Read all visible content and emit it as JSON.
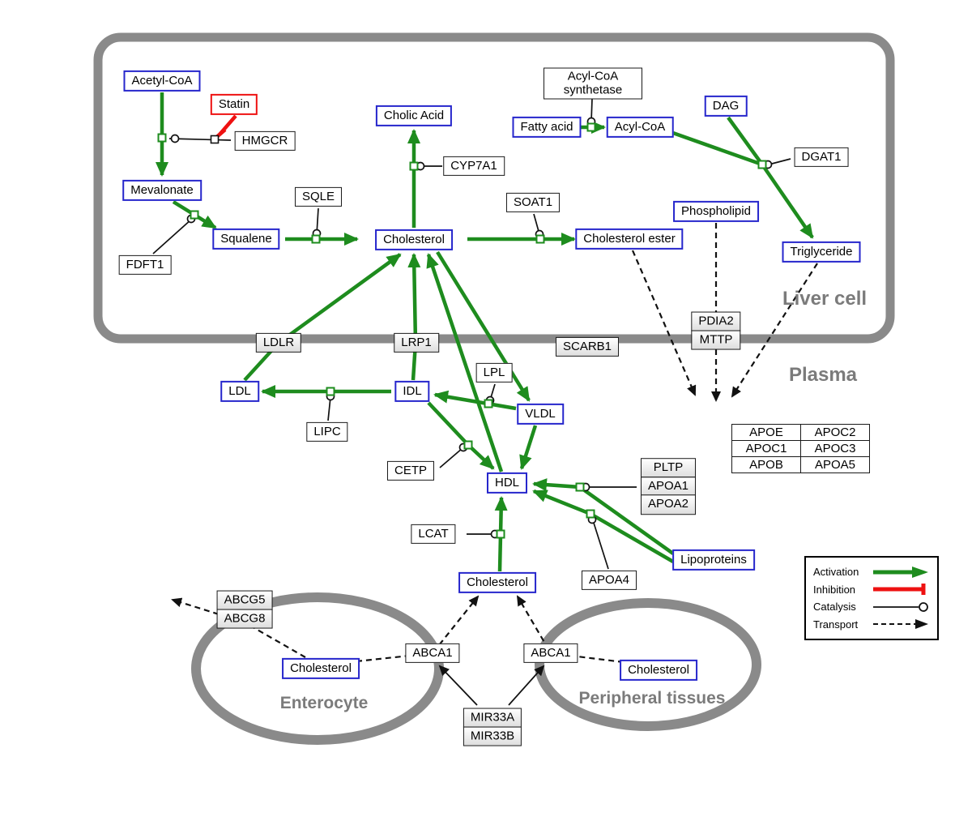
{
  "compartments": {
    "liver": "Liver cell",
    "plasma": "Plasma",
    "enterocyte": "Enterocyte",
    "peripheral": "Peripheral tissues"
  },
  "nodes": {
    "acetyl_coa": "Acetyl-CoA",
    "statin": "Statin",
    "hmgcr": "HMGCR",
    "mevalonate": "Mevalonate",
    "fdft1": "FDFT1",
    "squalene": "Squalene",
    "sqle": "SQLE",
    "cholesterol_liver": "Cholesterol",
    "cholic_acid": "Cholic Acid",
    "cyp7a1": "CYP7A1",
    "soat1": "SOAT1",
    "cholesterol_ester": "Cholesterol ester",
    "acyl_coa_synthetase": "Acyl-CoA synthetase",
    "fatty_acid": "Fatty acid",
    "acyl_coa": "Acyl-CoA",
    "dag": "DAG",
    "dgat1": "DGAT1",
    "phospholipid": "Phospholipid",
    "triglyceride": "Triglyceride",
    "ldlr": "LDLR",
    "lrp1": "LRP1",
    "scarb1": "SCARB1",
    "pdia2": "PDIA2",
    "mttp": "MTTP",
    "ldl": "LDL",
    "idl": "IDL",
    "lipc": "LIPC",
    "lpl": "LPL",
    "vldl": "VLDL",
    "cetp": "CETP",
    "hdl": "HDL",
    "pltp": "PLTP",
    "apoa1": "APOA1",
    "apoa2": "APOA2",
    "lcat": "LCAT",
    "apoa4": "APOA4",
    "lipoproteins": "Lipoproteins",
    "cholesterol_plasma": "Cholesterol",
    "abcg5": "ABCG5",
    "abcg8": "ABCG8",
    "cholesterol_enterocyte": "Cholesterol",
    "abca1_left": "ABCA1",
    "abca1_right": "ABCA1",
    "cholesterol_peripheral": "Cholesterol",
    "mir33a": "MIR33A",
    "mir33b": "MIR33B"
  },
  "apo_table": {
    "rows": [
      [
        "APOE",
        "APOC2"
      ],
      [
        "APOC1",
        "APOC3"
      ],
      [
        "APOB",
        "APOA5"
      ]
    ]
  },
  "legend": {
    "items": [
      {
        "label": "Activation",
        "type": "activation"
      },
      {
        "label": "Inhibition",
        "type": "inhibition"
      },
      {
        "label": "Catalysis",
        "type": "catalysis"
      },
      {
        "label": "Transport",
        "type": "transport"
      }
    ]
  },
  "colors": {
    "activation": "#1e8c1e",
    "inhibition": "#ee1111",
    "metabolite_border": "#2626cc",
    "transport": "#111111",
    "membrane": "#8a8a8a"
  },
  "edges": [
    {
      "from": "Acetyl-CoA",
      "to": "Mevalonate",
      "type": "activation",
      "catalyst": "HMGCR"
    },
    {
      "from": "Statin",
      "to": "HMGCR",
      "type": "inhibition"
    },
    {
      "from": "Mevalonate",
      "to": "Squalene",
      "type": "activation",
      "catalyst": "FDFT1"
    },
    {
      "from": "Squalene",
      "to": "Cholesterol",
      "type": "activation",
      "catalyst": "SQLE"
    },
    {
      "from": "Cholesterol",
      "to": "Cholic Acid",
      "type": "activation",
      "catalyst": "CYP7A1"
    },
    {
      "from": "Cholesterol",
      "to": "Cholesterol ester",
      "type": "activation",
      "catalyst": "SOAT1"
    },
    {
      "from": "Fatty acid",
      "to": "Acyl-CoA",
      "type": "activation",
      "catalyst": "Acyl-CoA synthetase"
    },
    {
      "from": "Acyl-CoA",
      "to": "Triglyceride",
      "type": "activation",
      "catalyst": "DGAT1"
    },
    {
      "from": "DAG",
      "to": "Triglyceride",
      "type": "activation",
      "catalyst": "DGAT1"
    },
    {
      "from": "LDL",
      "to": "Cholesterol",
      "type": "activation",
      "via": "LDLR"
    },
    {
      "from": "IDL",
      "to": "Cholesterol",
      "type": "activation",
      "via": "LRP1"
    },
    {
      "from": "HDL",
      "to": "Cholesterol",
      "type": "activation",
      "via": "SCARB1"
    },
    {
      "from": "Cholesterol",
      "to": "VLDL",
      "type": "activation"
    },
    {
      "from": "VLDL",
      "to": "IDL",
      "type": "activation",
      "catalyst": "LPL"
    },
    {
      "from": "IDL",
      "to": "LDL",
      "type": "activation",
      "catalyst": "LIPC"
    },
    {
      "from": "IDL",
      "to": "HDL",
      "type": "activation",
      "catalyst": "CETP"
    },
    {
      "from": "VLDL",
      "to": "HDL",
      "type": "activation"
    },
    {
      "from": "Lipoproteins",
      "to": "HDL",
      "type": "activation",
      "catalyst": "PLTP, APOA1, APOA2"
    },
    {
      "from": "Lipoproteins",
      "to": "HDL",
      "type": "activation",
      "catalyst": "APOA4"
    },
    {
      "from": "Cholesterol (plasma)",
      "to": "HDL",
      "type": "activation",
      "catalyst": "LCAT"
    },
    {
      "from": "Cholesterol ester",
      "to": "plasma",
      "type": "transport"
    },
    {
      "from": "Phospholipid",
      "to": "plasma",
      "type": "transport",
      "via": "PDIA2, MTTP"
    },
    {
      "from": "Triglyceride",
      "to": "plasma",
      "type": "transport"
    },
    {
      "from": "Cholesterol (enterocyte)",
      "to": "outside",
      "type": "transport",
      "via": "ABCG5, ABCG8"
    },
    {
      "from": "Cholesterol (enterocyte)",
      "to": "Cholesterol (plasma)",
      "type": "transport",
      "via": "ABCA1"
    },
    {
      "from": "Cholesterol (peripheral tissues)",
      "to": "Cholesterol (plasma)",
      "type": "transport",
      "via": "ABCA1"
    },
    {
      "from": "MIR33A / MIR33B",
      "to": "ABCA1",
      "type": "activation"
    }
  ]
}
